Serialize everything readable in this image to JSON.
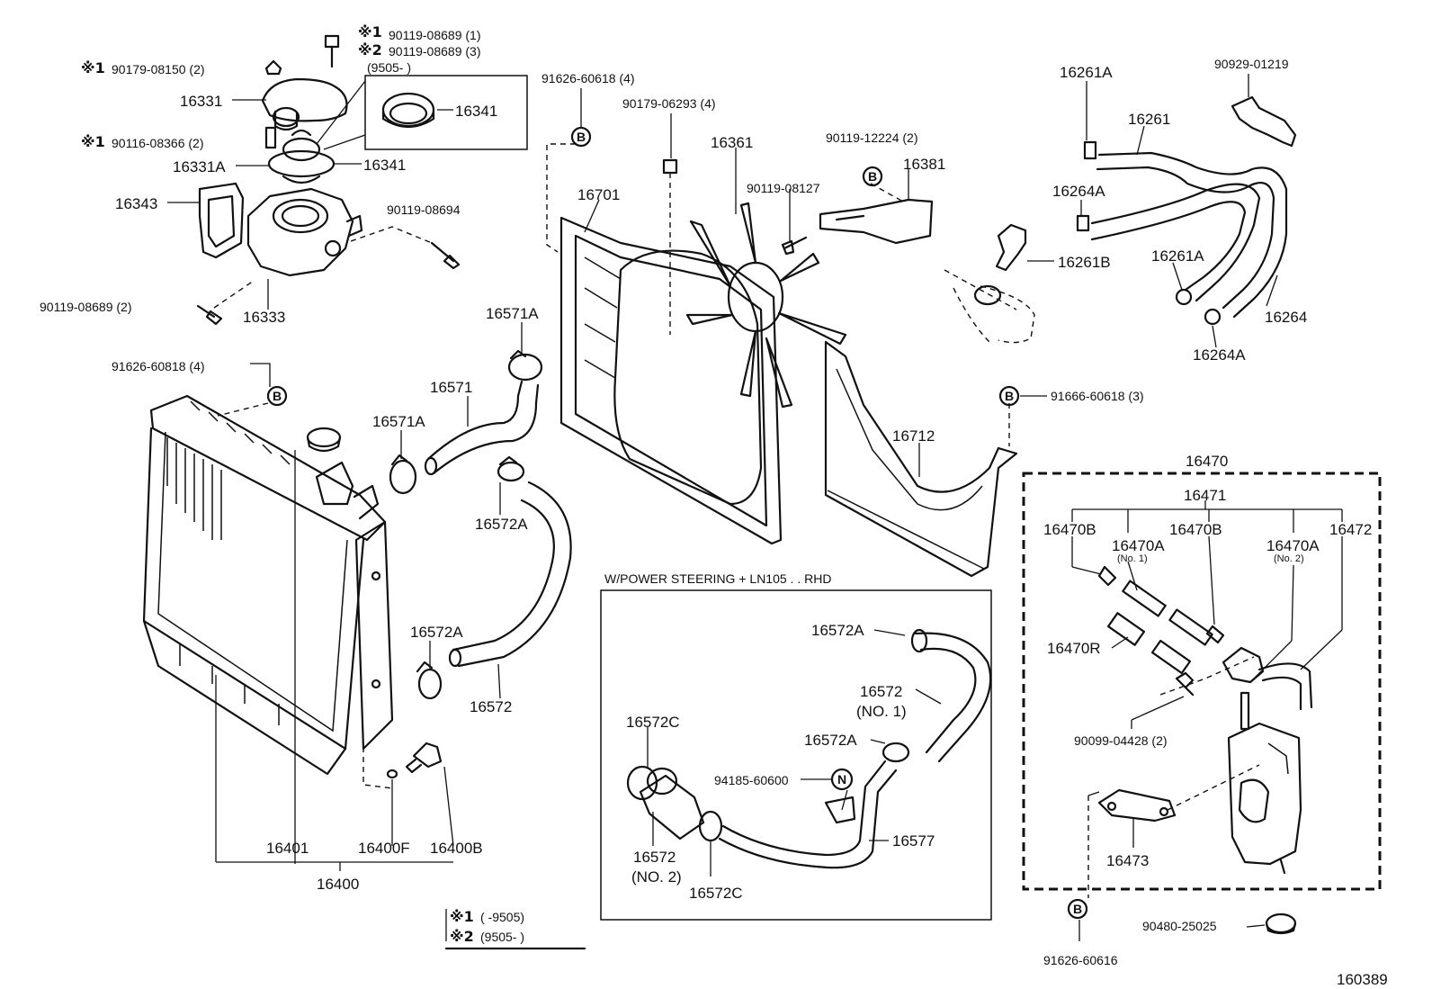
{
  "drawing_id": "160389",
  "labels": {
    "p90119_08689_1": "90119-08689 (1)",
    "p90119_08689_3": "90119-08689 (3)",
    "p90179_08150": "90179-08150 (2)",
    "p9505_open": "(9505-          )",
    "p16331": "16331",
    "p16341_top": "16341",
    "p90116_08366": "90116-08366 (2)",
    "p16331A": "16331A",
    "p16341_mid": "16341",
    "p16343": "16343",
    "p90119_08694": "90119-08694",
    "p90119_08689_2": "90119-08689 (2)",
    "p16333": "16333",
    "p91626_60618": "91626-60618 (4)",
    "p90179_06293": "90179-06293 (4)",
    "p16701": "16701",
    "p16361": "16361",
    "p90119_08127": "90119-08127",
    "p90119_12224": "90119-12224 (2)",
    "p16381": "16381",
    "p16261A_top": "16261A",
    "p90929_01219": "90929-01219",
    "p16261": "16261",
    "p16264A_top": "16264A",
    "p16261B": "16261B",
    "p16261A_mid": "16261A",
    "p16264": "16264",
    "p16264A_bot": "16264A",
    "p91626_60818": "91626-60818 (4)",
    "p16571A_top": "16571A",
    "p16571": "16571",
    "p16571A_mid": "16571A",
    "p16572A_top": "16572A",
    "p16572A_low": "16572A",
    "p16572": "16572",
    "p91666_60618": "91666-60618 (3)",
    "p16712": "16712",
    "p16470": "16470",
    "p16471": "16471",
    "p16470B_l": "16470B",
    "p16470A_1": "16470A",
    "p16470A_1_sub": "(No. 1)",
    "p16470B_r": "16470B",
    "p16470A_2": "16470A",
    "p16470A_2_sub": "(No. 2)",
    "p16472": "16472",
    "p16470R": "16470R",
    "p90099_04428": "90099-04428 (2)",
    "p16473": "16473",
    "p90480_25025": "90480-25025",
    "p91626_60616": "91626-60616",
    "p16401": "16401",
    "p16400F": "16400F",
    "p16400B": "16400B",
    "p16400": "16400",
    "inset_title": "W/POWER STEERING + LN105 . . RHD",
    "i16572A_top": "16572A",
    "i16572_no1": "16572",
    "i16572_no1_sub": "(NO. 1)",
    "i16572A_mid": "16572A",
    "i94185_60600": "94185-60600",
    "i16572C_top": "16572C",
    "i16572_no2": "16572",
    "i16572_no2_sub": "(NO. 2)",
    "i16572C_bot": "16572C",
    "i16577": "16577",
    "legend_1": "(        -9505)",
    "legend_2": "(9505-          )"
  },
  "marks": {
    "star": "※",
    "one": "1",
    "two": "2",
    "circle_b": "B",
    "circle_n": "N"
  }
}
